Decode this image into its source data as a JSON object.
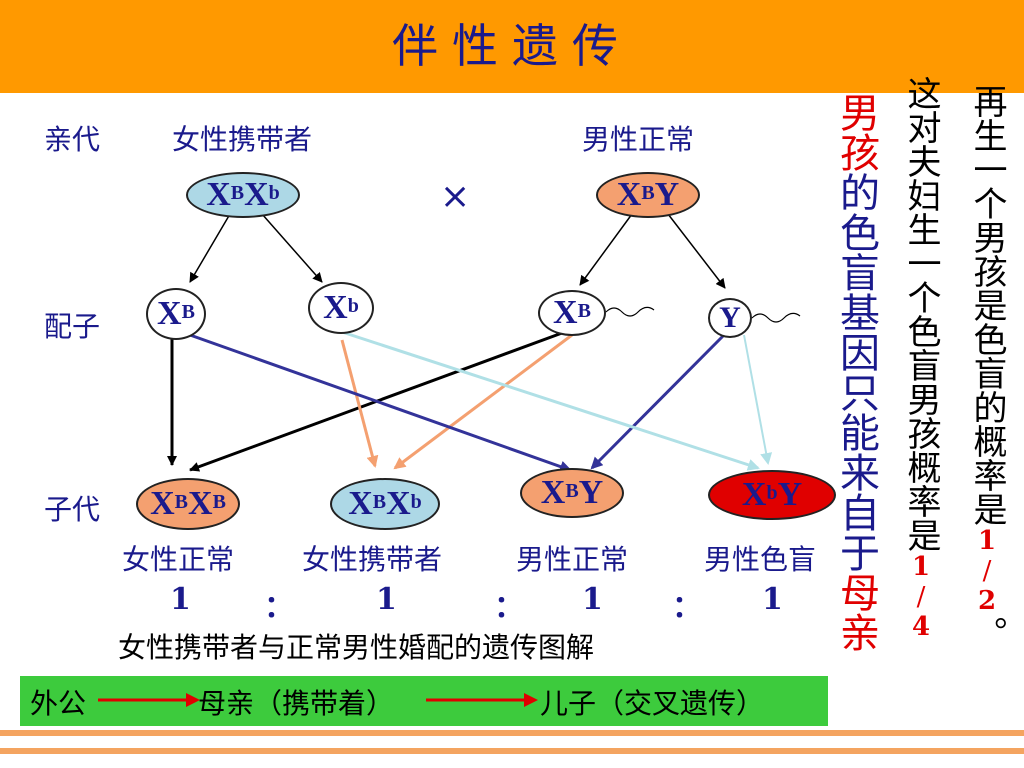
{
  "title": "伴性遗传",
  "labels": {
    "parent_gen": "亲代",
    "gamete_gen": "配子",
    "offspring_gen": "子代",
    "mother": "女性携带者",
    "father": "男性正常",
    "cross": "×"
  },
  "parents": {
    "mother": {
      "base1": "X",
      "sup1": "B",
      "base2": "X",
      "sup2": "b"
    },
    "father": {
      "base1": "X",
      "sup1": "B",
      "base2": "Y",
      "sup2": ""
    }
  },
  "gametes": [
    {
      "base": "X",
      "sup": "B"
    },
    {
      "base": "X",
      "sup": "b"
    },
    {
      "base": "X",
      "sup": "B"
    },
    {
      "base": "Y",
      "sup": ""
    }
  ],
  "offspring": [
    {
      "base1": "X",
      "sup1": "B",
      "base2": "X",
      "sup2": "B",
      "label": "女性正常",
      "ratio": "1",
      "fill": "#F4A070"
    },
    {
      "base1": "X",
      "sup1": "B",
      "base2": "X",
      "sup2": "b",
      "label": "女性携带者",
      "ratio": "1",
      "fill": "#ADD8E6"
    },
    {
      "base1": "X",
      "sup1": "B",
      "base2": "Y",
      "sup2": "",
      "label": "男性正常",
      "ratio": "1",
      "fill": "#F4A070"
    },
    {
      "base1": "X",
      "sup1": "b",
      "base2": "Y",
      "sup2": "",
      "label": "男性色盲",
      "ratio": "1",
      "fill": "#E00000"
    }
  ],
  "ratio_sep": "：",
  "caption": "女性携带者与正常男性婚配的遗传图解",
  "footer": {
    "grandfather": "外公",
    "mother": "母亲（携带着）",
    "son": "儿子（交叉遗传）"
  },
  "side_notes": {
    "col1_red": "男孩",
    "col1_blue": "的色盲基因只能来自于",
    "col1_red_end": "母亲",
    "col2_text": "这对夫妇生一个色盲男孩概率是",
    "col2_num": "1",
    "col2_slash": "/",
    "col2_den": "4",
    "col3_text": "再生一个男孩是色盲的概率是",
    "col3_num": "1",
    "col3_slash": "/",
    "col3_den": "2",
    "col3_end": "。"
  },
  "colors": {
    "title_bar": "#FF9900",
    "text_blue": "#1a1a8c",
    "red": "#E00000",
    "orange_fill": "#F4A070",
    "light_blue_fill": "#ADD8E6",
    "footer_green": "#3DCB3D",
    "arrow_navy": "#333399",
    "arrow_orange": "#F4A070",
    "arrow_lightblue": "#B0E0E6"
  }
}
